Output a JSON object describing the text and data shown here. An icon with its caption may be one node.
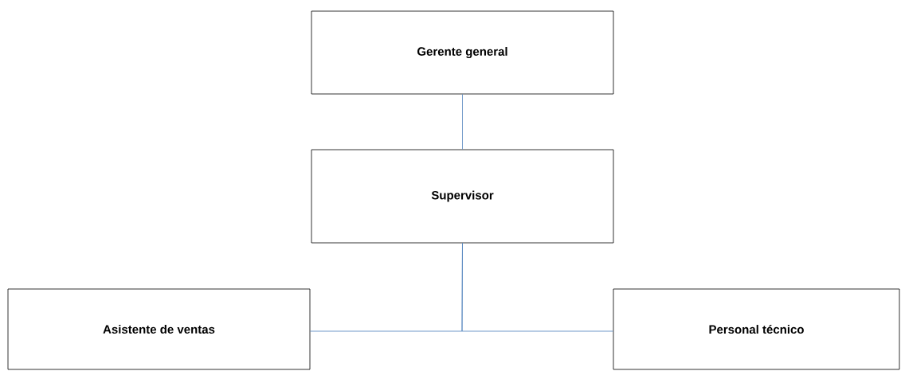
{
  "diagram": {
    "nodes": [
      {
        "text": [
          "Gerente general"
        ]
      },
      {
        "text": [
          "Supervisor"
        ]
      },
      {
        "text": [
          "Asistente de ventas"
        ]
      },
      {
        "text": [
          "Personal técnico"
        ]
      }
    ],
    "edges": [
      {
        "from": 0,
        "to": 1,
        "arrow": "none"
      },
      {
        "from": 1,
        "to": 2,
        "arrow": "none"
      },
      {
        "from": 1,
        "to": 3,
        "arrow": "none"
      }
    ]
  }
}
